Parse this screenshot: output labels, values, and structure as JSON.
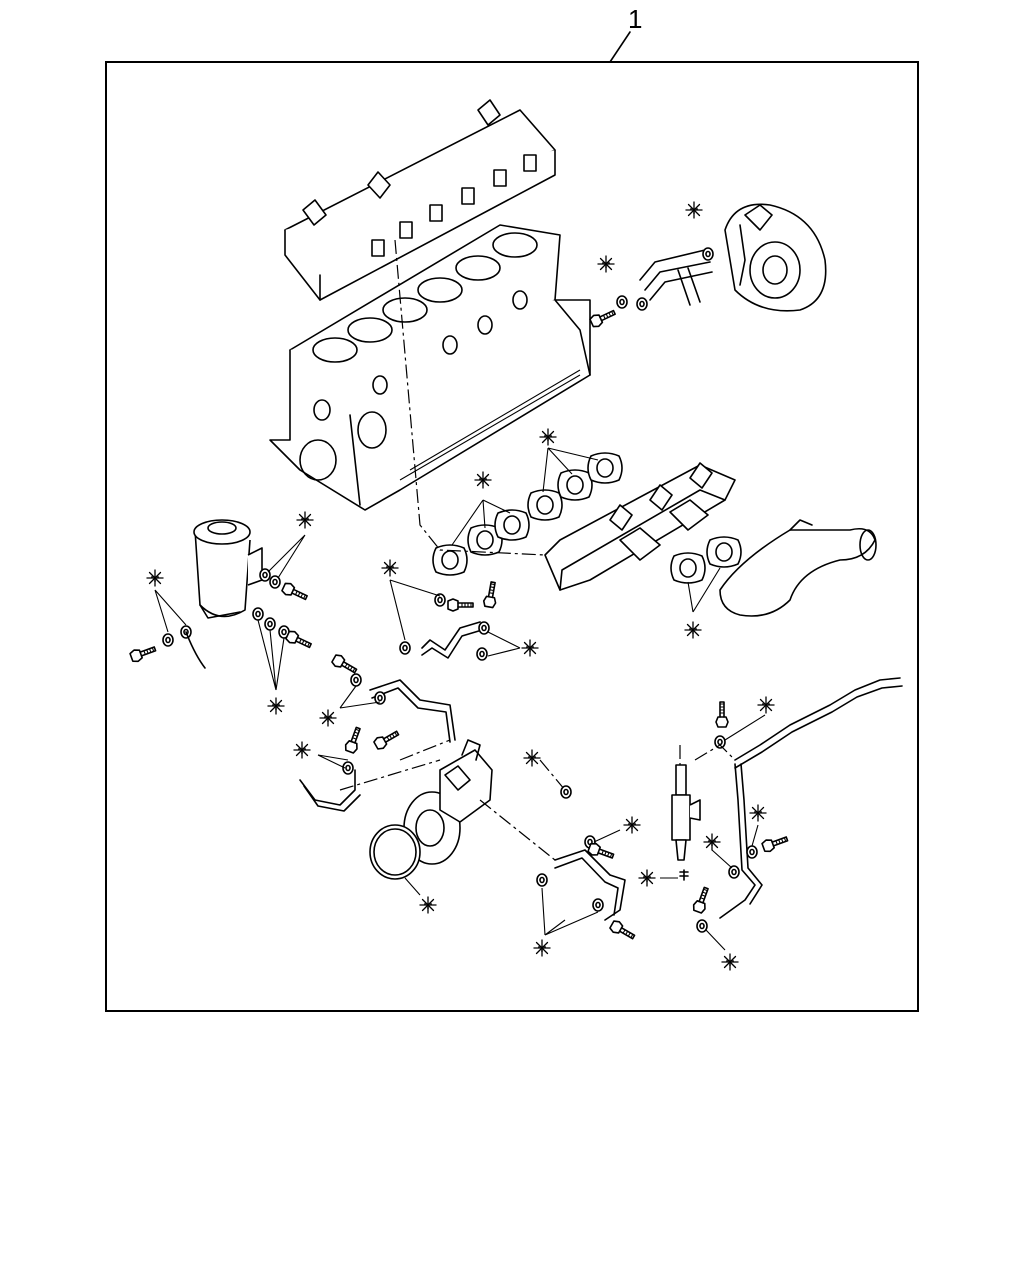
{
  "callout_number": "1",
  "kit_marker_symbol": "※",
  "icons": [
    "cylinder-block",
    "cylinder-head",
    "turbocharger",
    "exhaust-manifold",
    "intake-pipe",
    "fuel-filter",
    "injection-pump",
    "injector",
    "fuel-lines",
    "gaskets",
    "bolts",
    "washers"
  ]
}
